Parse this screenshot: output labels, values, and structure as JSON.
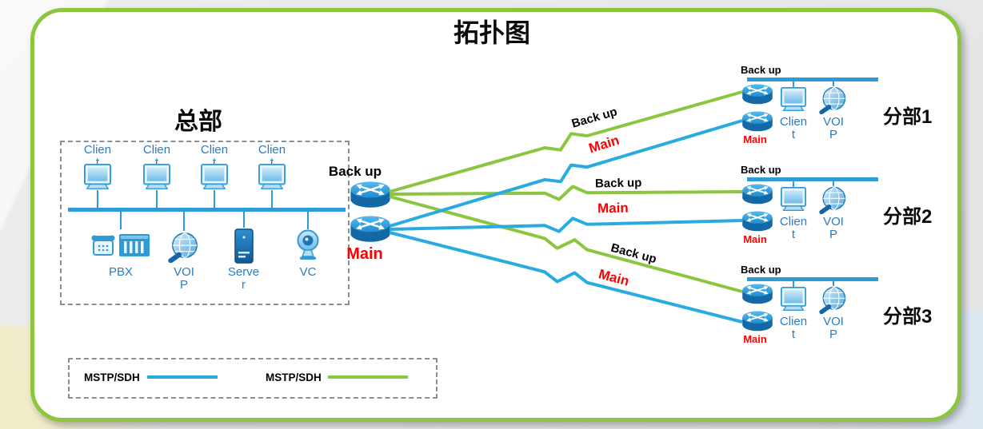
{
  "title": "拓扑图",
  "colors": {
    "frame_green": "#8CC63E",
    "link_green": "#8CC63E",
    "link_blue": "#29ABE2",
    "main_red": "#FF0000",
    "device_blue": "#2E9BD6"
  },
  "hq": {
    "name": "总部",
    "client_labels": [
      "Client",
      "Client",
      "Client",
      "Client"
    ],
    "pbx_label": "PBX",
    "voip_label": "VOIP",
    "server_label": "Server",
    "vc_label": "VC",
    "backup_router_label": "Back up",
    "main_router_label": "Main"
  },
  "links": [
    {
      "label": "Back up",
      "type": "backup"
    },
    {
      "label": "Main",
      "type": "main"
    },
    {
      "label": "Back up",
      "type": "backup"
    },
    {
      "label": "Main",
      "type": "main"
    },
    {
      "label": "Back up",
      "type": "backup"
    },
    {
      "label": "Main",
      "type": "main"
    }
  ],
  "branches": [
    {
      "name": "分部1",
      "backup_label": "Back up",
      "main_label": "Main",
      "client_label": "Client",
      "voip_label": "VOIP"
    },
    {
      "name": "分部2",
      "backup_label": "Back up",
      "main_label": "Main",
      "client_label": "Client",
      "voip_label": "VOIP"
    },
    {
      "name": "分部3",
      "backup_label": "Back up",
      "main_label": "Main",
      "client_label": "Client",
      "voip_label": "VOIP"
    }
  ],
  "legend": {
    "items": [
      {
        "label": "MSTP/SDH",
        "color": "#29ABE2"
      },
      {
        "label": "MSTP/SDH",
        "color": "#8CC63E"
      }
    ]
  }
}
